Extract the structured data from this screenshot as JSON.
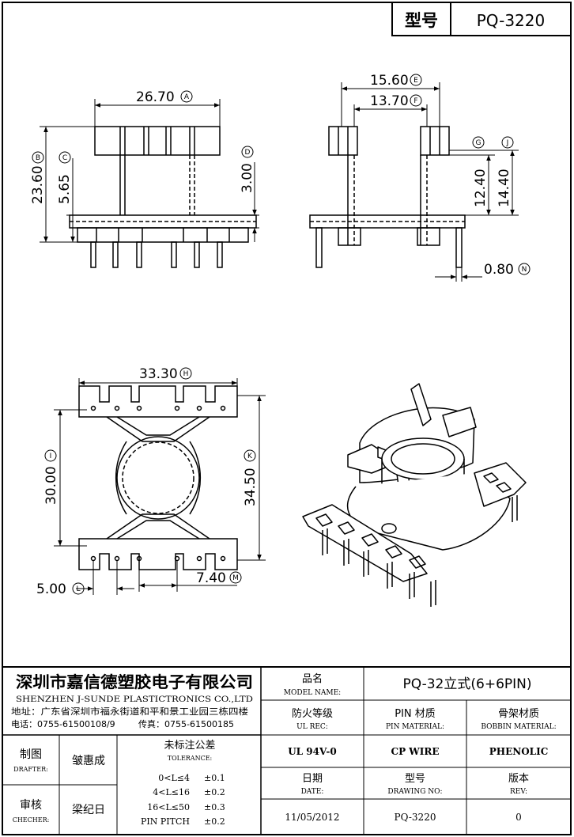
{
  "header": {
    "model_label": "型号",
    "model_value": "PQ-3220"
  },
  "dimensions": {
    "A": {
      "value": "26.70",
      "ref": "A"
    },
    "B": {
      "value": "23.60",
      "ref": "B"
    },
    "C": {
      "value": "5.65",
      "ref": "C"
    },
    "D": {
      "value": "3.00",
      "ref": "D"
    },
    "E": {
      "value": "15.60",
      "ref": "E"
    },
    "F": {
      "value": "13.70",
      "ref": "F"
    },
    "G": {
      "value": "12.40",
      "ref": "G"
    },
    "J": {
      "value": "14.40",
      "ref": "J"
    },
    "N": {
      "value": "0.80",
      "ref": "N"
    },
    "H": {
      "value": "33.30",
      "ref": "H"
    },
    "I": {
      "value": "30.00",
      "ref": "I"
    },
    "K": {
      "value": "34.50",
      "ref": "K"
    },
    "L": {
      "value": "5.00",
      "ref": "L"
    },
    "M": {
      "value": "7.40",
      "ref": "M"
    }
  },
  "title_block": {
    "company_cn": "深圳市嘉信德塑胶电子有限公司",
    "company_en": "SHENZHEN J-SUNDE PLASTICTRONICS CO.,LTD",
    "address": "地址：广东省深圳市福永街道和平和景工业园三栋四楼",
    "phone": "电话：0755-61500108/9",
    "fax": "传真：0755-61500185",
    "model_name_cn": "品名",
    "model_name_en": "MODEL NAME:",
    "model_name_value": "PQ-32立式(6+6PIN)",
    "ul_cn": "防火等级",
    "ul_en": "UL REC:",
    "ul_value": "UL 94V-0",
    "pin_cn": "PIN 材质",
    "pin_en": "PIN MATERIAL:",
    "pin_value": "CP WIRE",
    "bobbin_cn": "骨架材质",
    "bobbin_en": "BOBBIN MATERIAL:",
    "bobbin_value": "PHENOLIC",
    "drafter_cn": "制图",
    "drafter_en": "DRAFTER:",
    "drafter_name": "皱惠成",
    "checker_cn": "审核",
    "checker_en": "CHECHER:",
    "checker_name": "梁纪日",
    "tolerance_cn": "未标注公差",
    "tolerance_en": "TOLERANCE:",
    "tolerances": [
      {
        "range": "0<L≤4",
        "value": "±0.1"
      },
      {
        "range": "4<L≤16",
        "value": "±0.2"
      },
      {
        "range": "16<L≤50",
        "value": "±0.3"
      },
      {
        "range": "PIN PITCH",
        "value": "±0.2"
      }
    ],
    "date_cn": "日期",
    "date_en": "DATE:",
    "date_value": "11/05/2012",
    "drawing_cn": "型号",
    "drawing_en": "DRAWING NO:",
    "drawing_value": "PQ-3220",
    "rev_cn": "版本",
    "rev_en": "REV:",
    "rev_value": "0"
  }
}
